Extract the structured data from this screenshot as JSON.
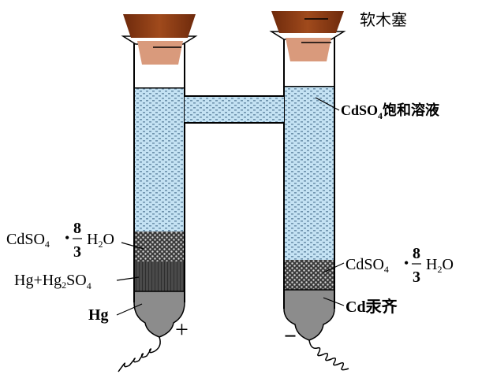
{
  "diagram": {
    "title": "Weston standard cell (H-type)",
    "labels": {
      "cork": "软木塞",
      "solution_formula": "CdSO",
      "solution_sub": "4",
      "solution_text": "饱和溶液",
      "hydrate_left_formula": "CdSO",
      "hydrate_left_sub": "4",
      "hydrate_right_formula": "CdSO",
      "hydrate_right_sub": "4",
      "hydrate_dot": "•",
      "hydrate_num": "8",
      "hydrate_den": "3",
      "hydrate_h": "H",
      "hydrate_h_sub": "2",
      "hydrate_o": "O",
      "paste_hg": "Hg+Hg",
      "paste_sub2": "2",
      "paste_so": "SO",
      "paste_sub4": "4",
      "mercury": "Hg",
      "amalgam": "Cd汞齐",
      "positive": "+",
      "negative": "−"
    },
    "colors": {
      "cork_dark": "#8a3a12",
      "cork_light": "#d99a7c",
      "solution": "#bfe0f2",
      "solution_dots": "#5a7f99",
      "hydrate_crystal": "#3a3a3a",
      "paste": "#4a4a4a",
      "mercury": "#8c8c8c",
      "outline": "#000000"
    }
  }
}
